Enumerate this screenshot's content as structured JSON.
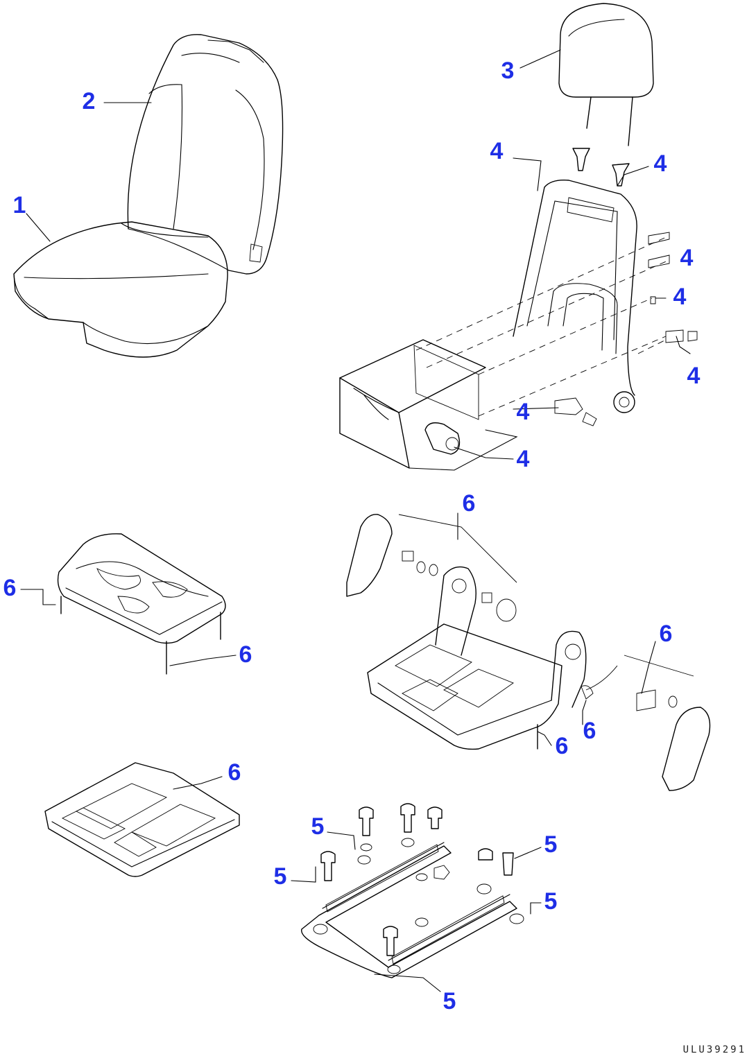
{
  "diagram": {
    "callouts": [
      {
        "id": "c1",
        "text": "1"
      },
      {
        "id": "c2",
        "text": "2"
      },
      {
        "id": "c3",
        "text": "3"
      },
      {
        "id": "c4a",
        "text": "4"
      },
      {
        "id": "c4b",
        "text": "4"
      },
      {
        "id": "c4c",
        "text": "4"
      },
      {
        "id": "c4d",
        "text": "4"
      },
      {
        "id": "c4e",
        "text": "4"
      },
      {
        "id": "c4f",
        "text": "4"
      },
      {
        "id": "c4g",
        "text": "4"
      },
      {
        "id": "c6a",
        "text": "6"
      },
      {
        "id": "c6b",
        "text": "6"
      },
      {
        "id": "c6c",
        "text": "6"
      },
      {
        "id": "c6d",
        "text": "6"
      },
      {
        "id": "c6e",
        "text": "6"
      },
      {
        "id": "c6f",
        "text": "6"
      },
      {
        "id": "c6g",
        "text": "6"
      },
      {
        "id": "c5a",
        "text": "5"
      },
      {
        "id": "c5b",
        "text": "5"
      },
      {
        "id": "c5c",
        "text": "5"
      },
      {
        "id": "c5d",
        "text": "5"
      },
      {
        "id": "c5e",
        "text": "5"
      }
    ],
    "drawing_id": "ULU39291",
    "label_color": "#1e2ee6",
    "line_color": "#000000"
  }
}
